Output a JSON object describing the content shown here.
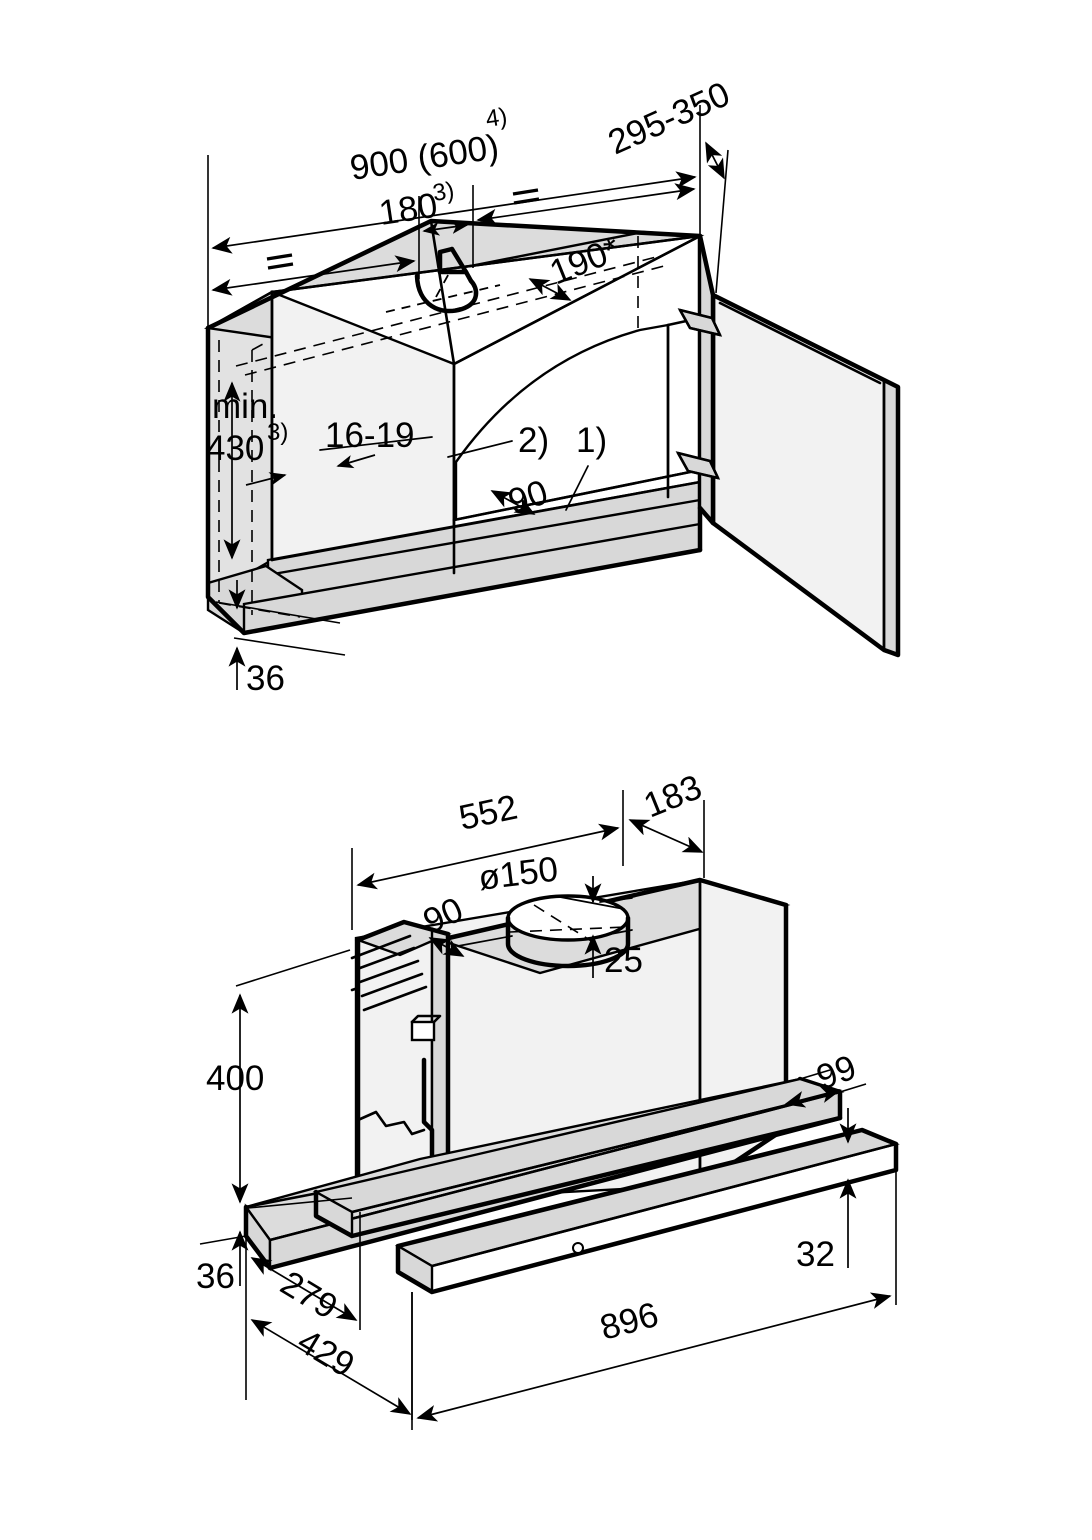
{
  "document": {
    "type": "technical-installation-drawing",
    "units": "mm",
    "background_color": "#ffffff",
    "line_color": "#000000",
    "fill_light": "#f2f2f2",
    "fill_mid": "#dcdcdc",
    "fill_edge": "#d8d8d8"
  },
  "figures": [
    {
      "id": "upper",
      "name": "cabinet-installation-view",
      "description": "Wall cabinet with open door, top panel cut-out for extractor hood"
    },
    {
      "id": "lower",
      "name": "hood-unit-view",
      "description": "Telescopic extractor hood body with 150 mm duct spigot"
    }
  ],
  "upper": {
    "dimensions": {
      "width_overall": "900 (600)",
      "width_overall_sup": "4)",
      "width_centre": "180",
      "width_centre_sup": "3)",
      "depth_range": "295-350",
      "duct_offset": "190*",
      "height_min_prefix": "min.",
      "height_min_value": "430",
      "height_min_sup": "3)",
      "panel_thickness": "16-19",
      "plinth": "36",
      "front_gap": "90",
      "equal_mark": "="
    },
    "callouts": {
      "note1": "1)",
      "note2": "2)"
    }
  },
  "lower": {
    "dimensions": {
      "body_width": "552",
      "side_offset": "183",
      "duct_diameter": "ø150",
      "duct_from_edge": "90",
      "duct_from_back": "25",
      "body_height": "400",
      "base_height": "36",
      "front_depth": "279",
      "total_depth": "429",
      "front_panel_depth": "99",
      "front_panel_height": "32",
      "total_width": "896"
    }
  }
}
